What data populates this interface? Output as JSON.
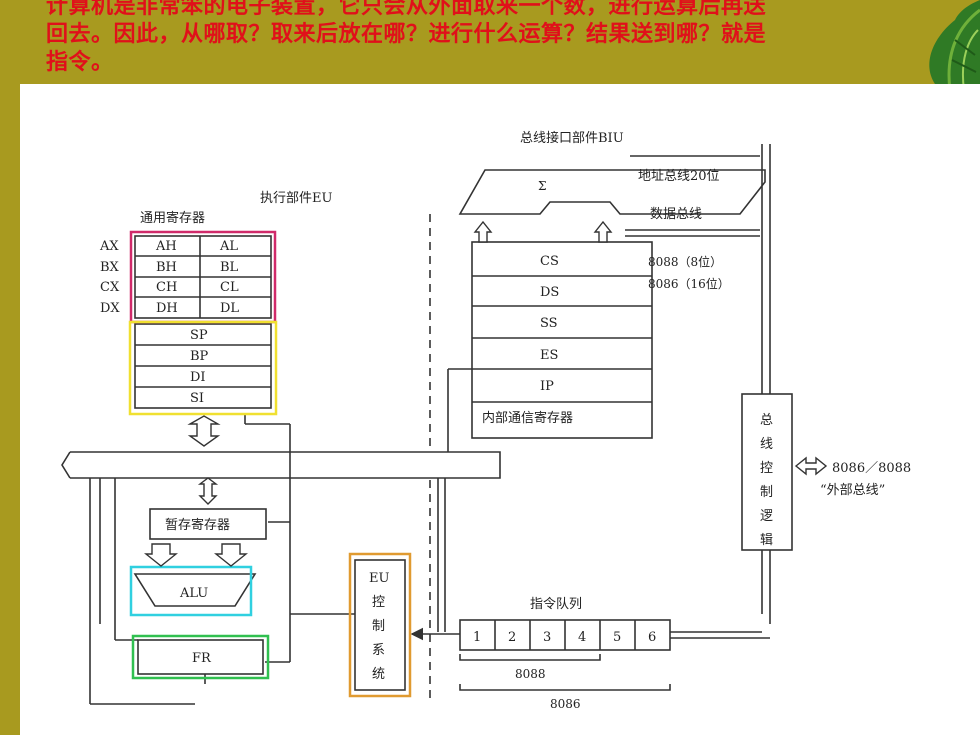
{
  "header": {
    "line1": "计算机是非常笨的电子装置，它只会从外面取来一个数，进行运算后再送",
    "line2": "回去。因此，从哪取？取来后放在哪？进行什么运算？结果送到哪？就是",
    "line3": "指令。"
  },
  "diagram": {
    "biu_title": "总线接口部件BIU",
    "eu_title": "执行部件EU",
    "gp_regs_title": "通用寄存器",
    "sigma": "Σ",
    "addr_bus": "地址总线20位",
    "data_bus": "数据总线",
    "bus_note_8088": "8088（8位）",
    "bus_note_8086": "8086（16位）",
    "reg_names": [
      "AX",
      "BX",
      "CX",
      "DX"
    ],
    "reg_high": [
      "AH",
      "BH",
      "CH",
      "DH"
    ],
    "reg_low": [
      "AL",
      "BL",
      "CL",
      "DL"
    ],
    "ptr_regs": [
      "SP",
      "BP",
      "DI",
      "SI"
    ],
    "seg_regs": [
      "CS",
      "DS",
      "SS",
      "ES",
      "IP"
    ],
    "internal_comm": "内部通信寄存器",
    "temp_reg": "暂存寄存器",
    "alu": "ALU",
    "fr": "FR",
    "eu_ctrl": [
      "EU",
      "控",
      "制",
      "系",
      "统"
    ],
    "bus_ctrl": [
      "总",
      "线",
      "控",
      "制",
      "逻",
      "辑"
    ],
    "queue_title": "指令队列",
    "queue": [
      "1",
      "2",
      "3",
      "4",
      "5",
      "6"
    ],
    "q8088": "8088",
    "q8086": "8086",
    "ext_bus_1": "8086／8088",
    "ext_bus_2": "“外部总线”"
  },
  "colors": {
    "background_olive": "#a89a1f",
    "header_red": "#e0101a",
    "box_magenta": "#d02a6a",
    "box_yellow": "#f0e030",
    "box_cyan": "#30d0e0",
    "box_green": "#30c050",
    "box_orange": "#e09a30"
  }
}
